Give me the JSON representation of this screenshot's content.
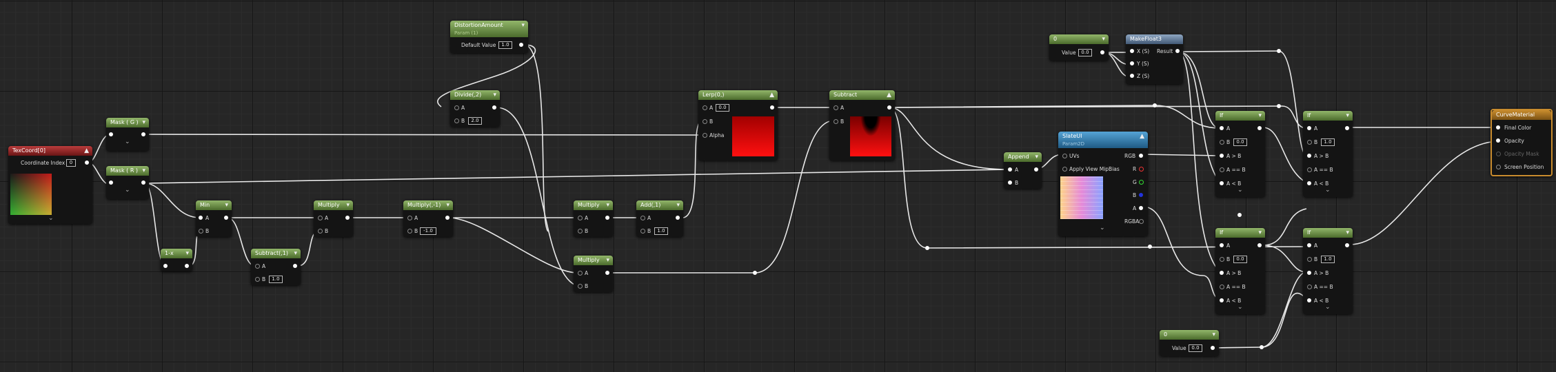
{
  "editor": {
    "title": "Material Graph"
  },
  "colors": {
    "wire": "#e8e8e8",
    "param_header": "#6b8e3d",
    "selected_outline": "#c98c2e"
  },
  "nodes": {
    "texcoord": {
      "title": "TexCoord[0]",
      "coord_label": "Coordinate Index",
      "coord_value": "0"
    },
    "mask_g": {
      "title": "Mask ( G )"
    },
    "mask_r": {
      "title": "Mask ( R )"
    },
    "one_minus": {
      "title": "1-x"
    },
    "min": {
      "title": "Min",
      "a": "A",
      "b": "B"
    },
    "subtract1": {
      "title": "Subtract(,1)",
      "a": "A",
      "b": "B",
      "b_value": "1.0"
    },
    "multiply1": {
      "title": "Multiply",
      "a": "A",
      "b": "B"
    },
    "multiply_neg": {
      "title": "Multiply(,-1)",
      "a": "A",
      "b": "B",
      "b_value": "-1.0"
    },
    "distortion": {
      "title": "DistortionAmount",
      "subtitle": "Param (1)",
      "default_label": "Default Value",
      "default_value": "1.0"
    },
    "divide": {
      "title": "Divide(,2)",
      "a": "A",
      "b": "B",
      "b_value": "2.0"
    },
    "multiply2": {
      "title": "Multiply",
      "a": "A",
      "b": "B"
    },
    "add1": {
      "title": "Add(,1)",
      "a": "A",
      "b": "B",
      "b_value": "1.0"
    },
    "multiply3": {
      "title": "Multiply",
      "a": "A",
      "b": "B"
    },
    "lerp": {
      "title": "Lerp(0,)",
      "a": "A",
      "a_value": "0.0",
      "b": "B",
      "alpha": "Alpha"
    },
    "subtract2": {
      "title": "Subtract",
      "a": "A",
      "b": "B"
    },
    "append": {
      "title": "Append",
      "a": "A",
      "b": "B"
    },
    "slateui": {
      "title": "SlateUI",
      "subtitle": "Param2D",
      "uvs": "UVs",
      "mip": "Apply View MipBias",
      "outputs": [
        "RGB",
        "R",
        "G",
        "B",
        "A",
        "RGBA"
      ]
    },
    "const0_top": {
      "title": "0",
      "value_label": "Value",
      "value": "0.0"
    },
    "makefloat3": {
      "title": "MakeFloat3",
      "x": "X (S)",
      "y": "Y (S)",
      "z": "Z (S)",
      "result": "Result"
    },
    "if1": {
      "title": "If",
      "a": "A",
      "b": "B",
      "b_value": "0.0",
      "gt": "A > B",
      "eq": "A == B",
      "lt": "A < B"
    },
    "if2": {
      "title": "If",
      "a": "A",
      "b": "B",
      "b_value": "1.0",
      "gt": "A > B",
      "eq": "A == B",
      "lt": "A < B"
    },
    "if3": {
      "title": "If",
      "a": "A",
      "b": "B",
      "b_value": "0.0",
      "gt": "A > B",
      "eq": "A == B",
      "lt": "A < B"
    },
    "if4": {
      "title": "If",
      "a": "A",
      "b": "B",
      "b_value": "1.0",
      "gt": "A > B",
      "eq": "A == B",
      "lt": "A < B"
    },
    "const0_bottom": {
      "title": "0",
      "value_label": "Value",
      "value": "0.0"
    },
    "curve_material": {
      "title": "CurveMaterial",
      "final_color": "Final Color",
      "opacity": "Opacity",
      "opacity_mask": "Opacity Mask",
      "screen_position": "Screen Position"
    }
  }
}
